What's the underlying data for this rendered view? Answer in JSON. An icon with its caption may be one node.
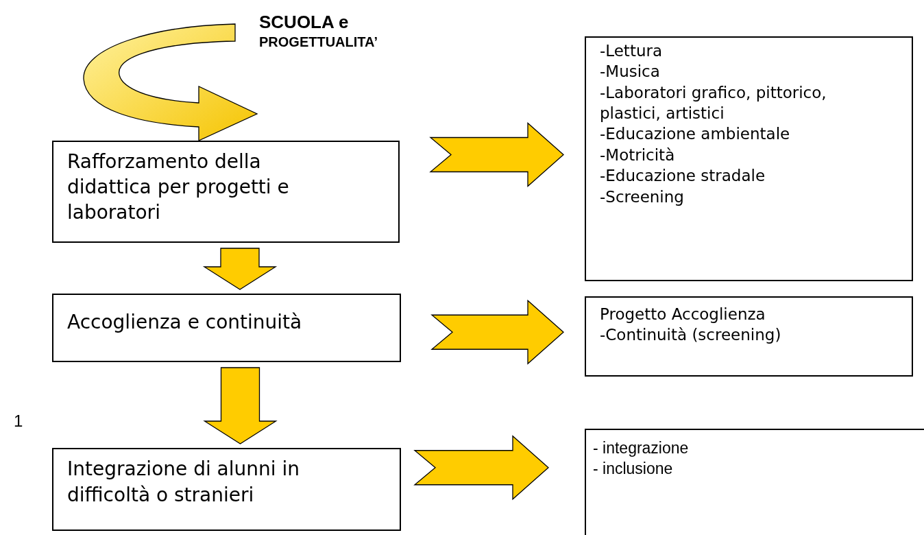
{
  "diagram": {
    "nodes": [
      {
        "text": [
          "SCUOLA e",
          "PROGETTUALITA’"
        ]
      },
      {
        "text": [
          "Rafforzamento della didattica per progetti e laboratori"
        ]
      },
      {
        "text": [
          "-Lettura",
          "-Musica",
          "-Laboratori grafico, pittorico, plastici, artistici",
          "-Educazione ambientale",
          "-Motricità",
          "-Educazione stradale",
          "-Screening"
        ]
      },
      {
        "text": [
          "Accoglienza e continuità"
        ]
      },
      {
        "text": [
          "Progetto Accoglienza",
          "-Continuità (screening)"
        ]
      },
      {
        "text": [
          "Integrazione di alunni in difficoltà o stranieri"
        ]
      },
      {
        "text": [
          "- integrazione",
          "- inclusione"
        ]
      }
    ],
    "edges": [
      {
        "from": 0,
        "to": 1,
        "arrow": "to"
      },
      {
        "from": 1,
        "to": 2,
        "arrow": "to"
      },
      {
        "from": 1,
        "to": 3,
        "arrow": "to"
      },
      {
        "from": 3,
        "to": 4,
        "arrow": "to"
      },
      {
        "from": 3,
        "to": 5,
        "arrow": "to"
      },
      {
        "from": 5,
        "to": 6,
        "arrow": "to"
      }
    ],
    "labels": [
      "1"
    ]
  }
}
